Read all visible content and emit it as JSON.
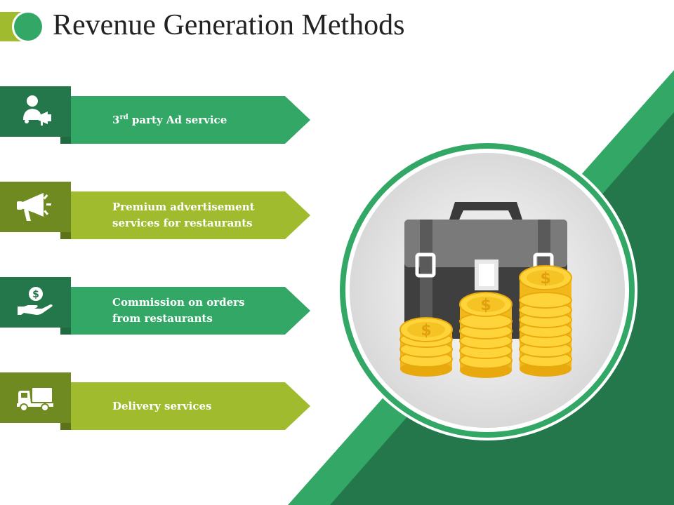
{
  "title": "Revenue Generation Methods",
  "items": [
    {
      "label_num": "3",
      "label_sup": "rd",
      "label_rest": " party Ad service",
      "icon": "businessman-megaphone-icon",
      "color": "#33a866"
    },
    {
      "label_line1": "Premium advertisement",
      "label_line2": "services for restaurants",
      "icon": "megaphone-icon",
      "color": "#a0bb2e"
    },
    {
      "label_line1": "Commission on orders",
      "label_line2": "from restaurants",
      "icon": "hand-dollar-icon",
      "color": "#33a866"
    },
    {
      "label_line1": "Delivery services",
      "icon": "delivery-truck-icon",
      "color": "#a0bb2e"
    }
  ],
  "illustration": {
    "icon": "briefcase-coins-icon",
    "coin_symbol": "$"
  },
  "colors": {
    "green": "#33a866",
    "dark_green": "#237a4a",
    "olive": "#a0bb2e",
    "dark_olive": "#6f8a20"
  }
}
